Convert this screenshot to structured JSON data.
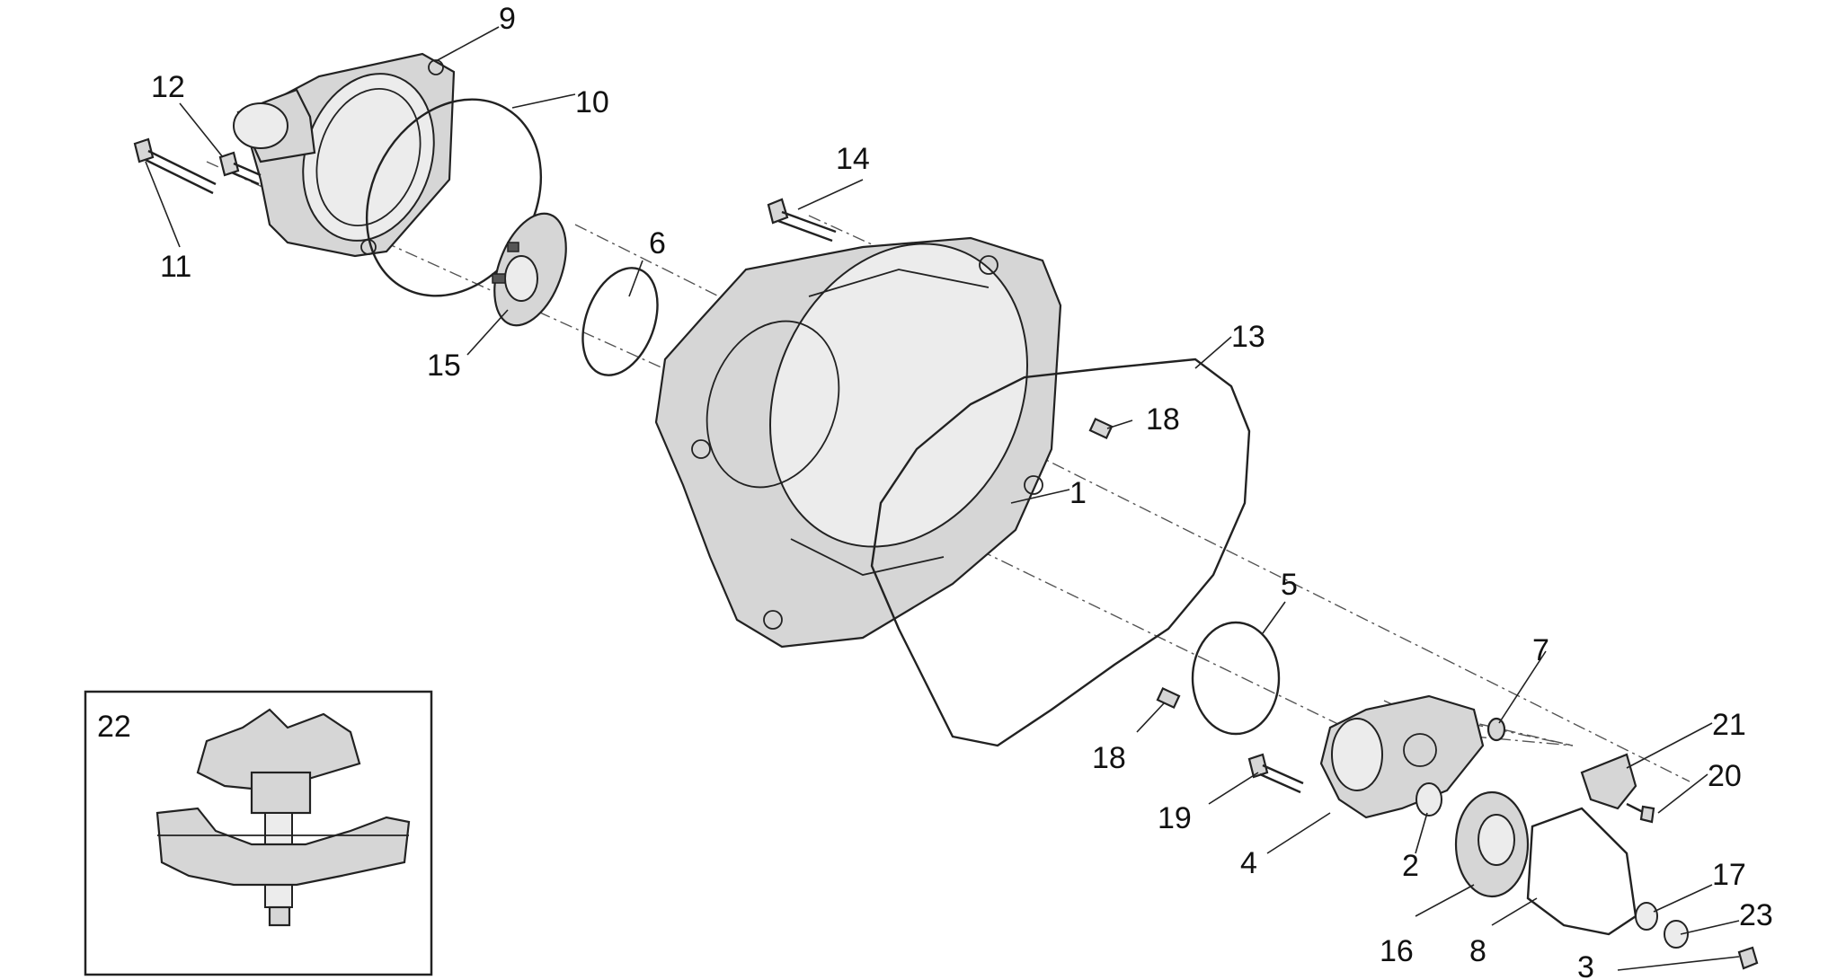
{
  "callouts": {
    "c1": "1",
    "c2": "2",
    "c3": "3",
    "c4": "4",
    "c5": "5",
    "c6": "6",
    "c7": "7",
    "c8": "8",
    "c9": "9",
    "c10": "10",
    "c11": "11",
    "c12": "12",
    "c13": "13",
    "c14": "14",
    "c15": "15",
    "c16": "16",
    "c17": "17",
    "c18a": "18",
    "c18b": "18",
    "c19": "19",
    "c20": "20",
    "c21": "21",
    "c22": "22",
    "c23": "23"
  },
  "colors": {
    "line": "#222222",
    "part_fill": "#d6d6d6",
    "background": "#ffffff"
  }
}
